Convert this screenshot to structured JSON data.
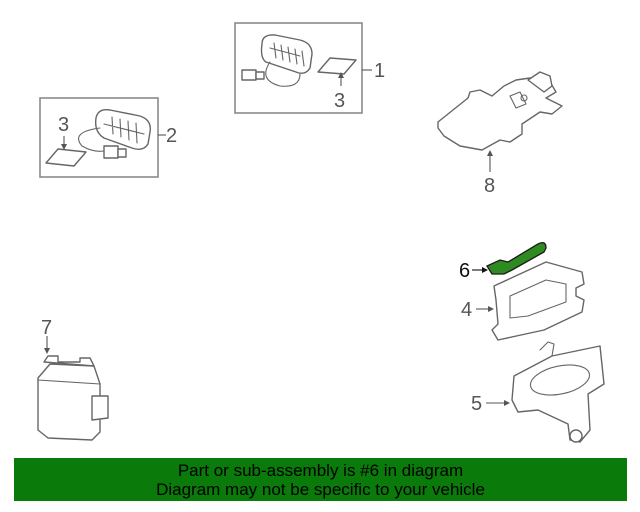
{
  "callouts": {
    "part_1": "1",
    "part_2": "2",
    "part_3a": "3",
    "part_3b": "3",
    "part_4": "4",
    "part_5": "5",
    "part_6": "6",
    "part_7": "7",
    "part_8": "8"
  },
  "banner": {
    "line1": "Part or sub-assembly is #6 in diagram",
    "line2": "Diagram may not be specific to your vehicle"
  },
  "colors": {
    "banner_bg": "#0a7a0a",
    "highlight_part": "#2e8b22"
  }
}
